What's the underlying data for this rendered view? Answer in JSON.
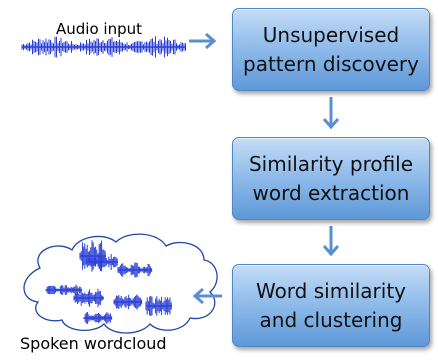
{
  "audio_input_label": "Audio input",
  "spoken_wordcloud_label": "Spoken wordcloud",
  "boxes": [
    {
      "line1": "Unsupervised",
      "line2": "pattern discovery"
    },
    {
      "line1": "Similarity profile",
      "line2": "word extraction"
    },
    {
      "line1": "Word similarity",
      "line2": "and clustering"
    }
  ],
  "colors": {
    "box_fill": "#92bdeb",
    "box_border": "#4f86c6",
    "arrow": "#5b8fd0",
    "waveform": "#2b3fd6"
  }
}
